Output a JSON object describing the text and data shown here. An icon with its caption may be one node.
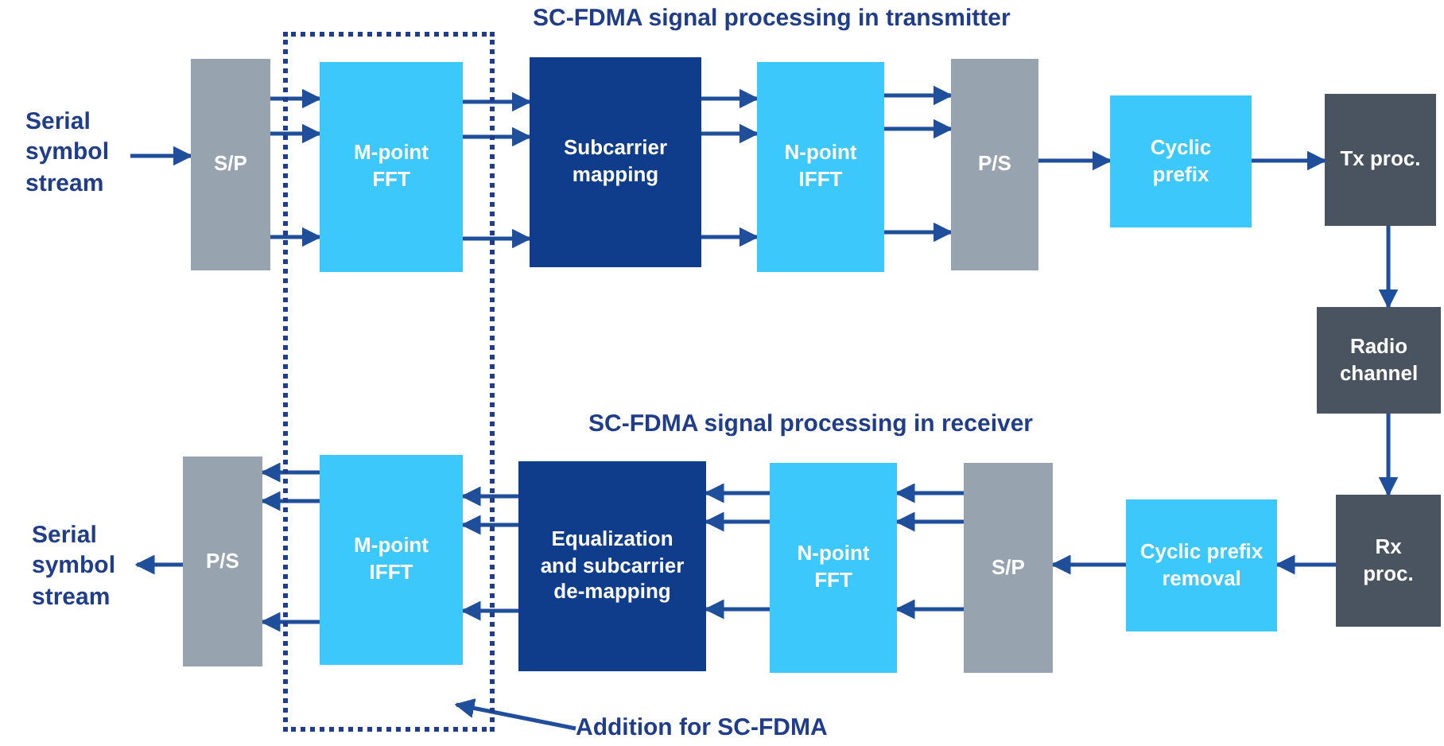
{
  "diagram": {
    "nodes": [
      {
        "text": [
          "Serial symbol stream"
        ]
      },
      {
        "text": [
          "S/P"
        ]
      },
      {
        "text": [],
        "shape": "box"
      },
      {
        "text": [
          "M-point FFT"
        ],
        "in": 2
      },
      {
        "text": [
          "Subcarrier mapping"
        ]
      },
      {
        "text": [
          "N-point IFFT"
        ]
      },
      {
        "text": [
          "P/S"
        ]
      },
      {
        "text": [
          "Cyclic prefix"
        ]
      },
      {
        "text": [
          "Tx proc."
        ]
      },
      {
        "text": [
          "Radio channel"
        ]
      },
      {
        "text": [
          "Rx proc."
        ]
      },
      {
        "text": [
          "Cyclic prefix removal"
        ]
      },
      {
        "text": [
          "S/P"
        ]
      },
      {
        "text": [
          "N-point FFT"
        ]
      },
      {
        "text": [
          "Equalization and subcarrier de-mapping"
        ]
      },
      {
        "text": [
          "M-point IFFT"
        ],
        "in": 2
      },
      {
        "text": [
          "P/S"
        ]
      },
      {
        "text": [
          "Serial symbol stream"
        ]
      },
      {
        "text": [
          "Addition for SC-FDMA"
        ]
      }
    ],
    "edges": [
      {
        "from": 0,
        "to": 1,
        "arrow": "to"
      },
      {
        "from": 1,
        "to": 3,
        "arrow": "to"
      },
      {
        "from": 1,
        "to": 3,
        "arrow": "to"
      },
      {
        "from": 1,
        "to": 3,
        "arrow": "to"
      },
      {
        "from": 3,
        "to": 4,
        "arrow": "to"
      },
      {
        "from": 3,
        "to": 4,
        "arrow": "to"
      },
      {
        "from": 3,
        "to": 4,
        "arrow": "to"
      },
      {
        "from": 4,
        "to": 5,
        "arrow": "to"
      },
      {
        "from": 4,
        "to": 5,
        "arrow": "to"
      },
      {
        "from": 4,
        "to": 5,
        "arrow": "to"
      },
      {
        "from": 5,
        "to": 6,
        "arrow": "to"
      },
      {
        "from": 5,
        "to": 6,
        "arrow": "to"
      },
      {
        "from": 5,
        "to": 6,
        "arrow": "to"
      },
      {
        "from": 6,
        "to": 7,
        "arrow": "to"
      },
      {
        "from": 7,
        "to": 8,
        "arrow": "to"
      },
      {
        "from": 8,
        "to": 9,
        "arrow": "to"
      },
      {
        "from": 9,
        "to": 10,
        "arrow": "to"
      },
      {
        "from": 10,
        "to": 11,
        "arrow": "to"
      },
      {
        "from": 11,
        "to": 12,
        "arrow": "to"
      },
      {
        "from": 12,
        "to": 13,
        "arrow": "to"
      },
      {
        "from": 12,
        "to": 13,
        "arrow": "to"
      },
      {
        "from": 12,
        "to": 13,
        "arrow": "to"
      },
      {
        "from": 13,
        "to": 14,
        "arrow": "to"
      },
      {
        "from": 13,
        "to": 14,
        "arrow": "to"
      },
      {
        "from": 13,
        "to": 14,
        "arrow": "to"
      },
      {
        "from": 14,
        "to": 15,
        "arrow": "to"
      },
      {
        "from": 14,
        "to": 15,
        "arrow": "to"
      },
      {
        "from": 14,
        "to": 15,
        "arrow": "to"
      },
      {
        "from": 15,
        "to": 16,
        "arrow": "to"
      },
      {
        "from": 15,
        "to": 16,
        "arrow": "to"
      },
      {
        "from": 15,
        "to": 16,
        "arrow": "to"
      },
      {
        "from": 16,
        "to": 17,
        "arrow": "to"
      },
      {
        "from": 18,
        "to": 2,
        "arrow": "to"
      }
    ],
    "labels": [
      "SC-FDMA signal processing in transmitter",
      "SC-FDMA signal processing in receiver"
    ]
  }
}
